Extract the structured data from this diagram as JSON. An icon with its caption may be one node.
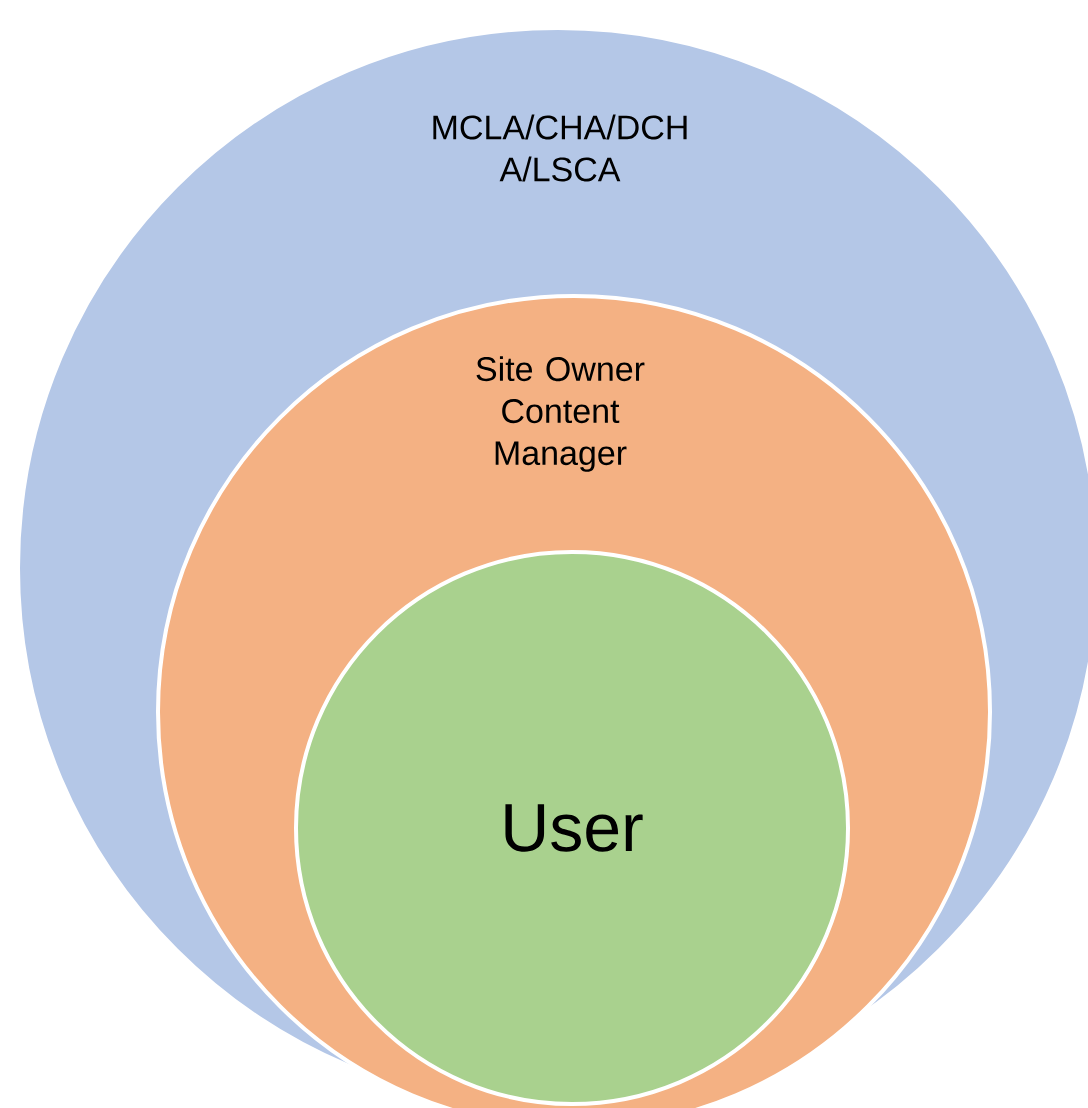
{
  "diagram": {
    "nodes": [
      {
        "text": [
          "MCLA/CHA/DCH A/LSCA"
        ]
      },
      {
        "text": [
          "Site Owner Content Manager"
        ],
        "in": 0
      },
      {
        "text": [
          "User"
        ],
        "in": 1
      }
    ]
  }
}
